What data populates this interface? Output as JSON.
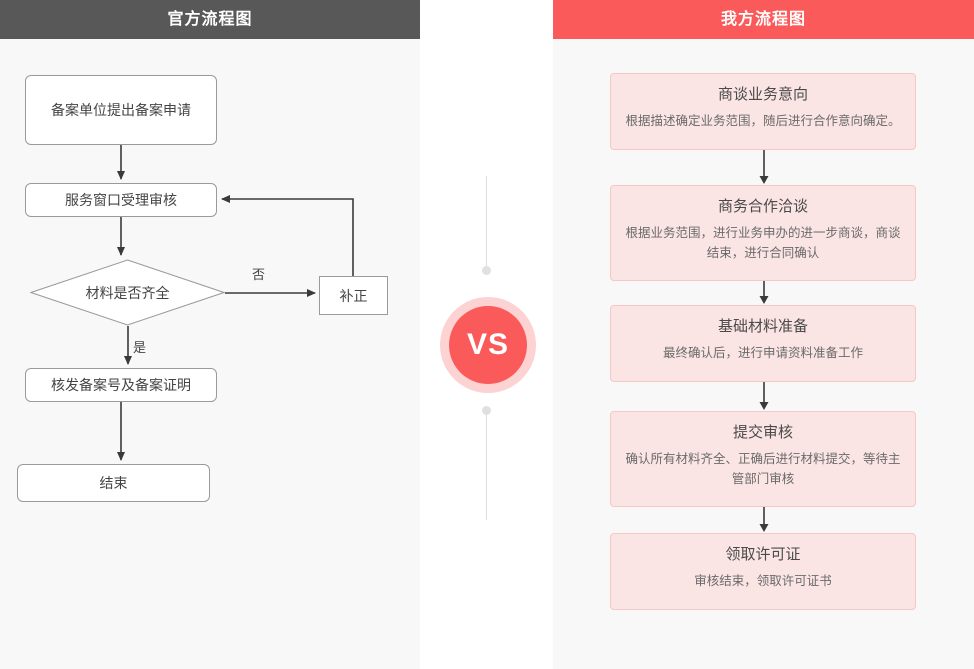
{
  "left_panel": {
    "header": "官方流程图",
    "header_color": "#585858",
    "nodes": [
      {
        "id": "apply",
        "label": "备案单位提出备案申请",
        "shape": "rounded-rect"
      },
      {
        "id": "review",
        "label": "服务窗口受理审核",
        "shape": "rounded-rect"
      },
      {
        "id": "decide",
        "label": "材料是否齐全",
        "shape": "diamond"
      },
      {
        "id": "correct",
        "label": "补正",
        "shape": "rect"
      },
      {
        "id": "issue",
        "label": "核发备案号及备案证明",
        "shape": "rounded-rect"
      },
      {
        "id": "end",
        "label": "结束",
        "shape": "rounded-rect"
      }
    ],
    "edge_labels": {
      "no": "否",
      "yes": "是"
    }
  },
  "center": {
    "vs_label": "VS",
    "badge_color": "#fb5a5a",
    "badge_ring_color": "#fcd2d2",
    "line_color": "#dcdcdc"
  },
  "right_panel": {
    "header": "我方流程图",
    "header_color": "#fb5a5a",
    "card_bg": "#fbe4e4",
    "card_border": "#f6c7c7",
    "cards": [
      {
        "title": "商谈业务意向",
        "desc": "根据描述确定业务范围，随后进行合作意向确定。"
      },
      {
        "title": "商务合作洽谈",
        "desc": "根据业务范围，进行业务申办的进一步商谈，商谈结束，进行合同确认"
      },
      {
        "title": "基础材料准备",
        "desc": "最终确认后，进行申请资料准备工作"
      },
      {
        "title": "提交审核",
        "desc": "确认所有材料齐全、正确后进行材料提交，等待主管部门审核"
      },
      {
        "title": "领取许可证",
        "desc": "审核结束，领取许可证书"
      }
    ]
  }
}
